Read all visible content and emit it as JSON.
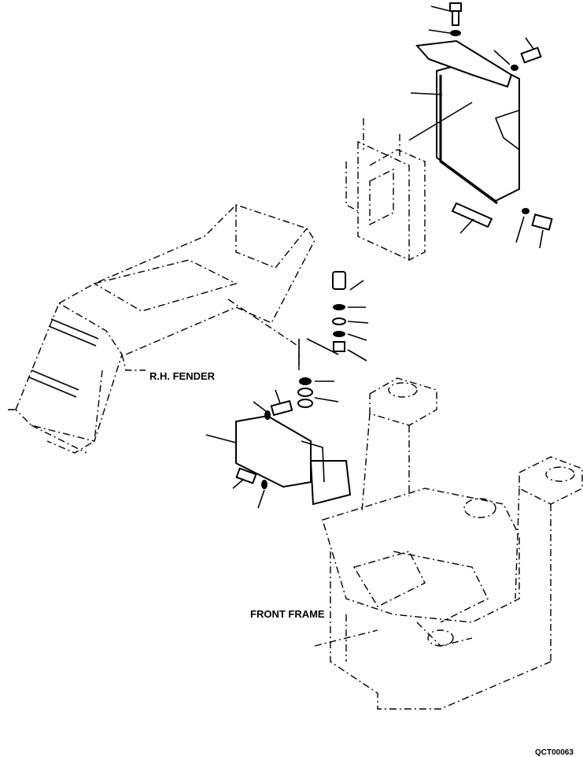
{
  "labels": {
    "rh_fender": "R.H. FENDER",
    "front_frame": "FRONT FRAME",
    "drawing_code": "QCT00063"
  },
  "colors": {
    "ink": "#000000",
    "paper": "#ffffff"
  }
}
